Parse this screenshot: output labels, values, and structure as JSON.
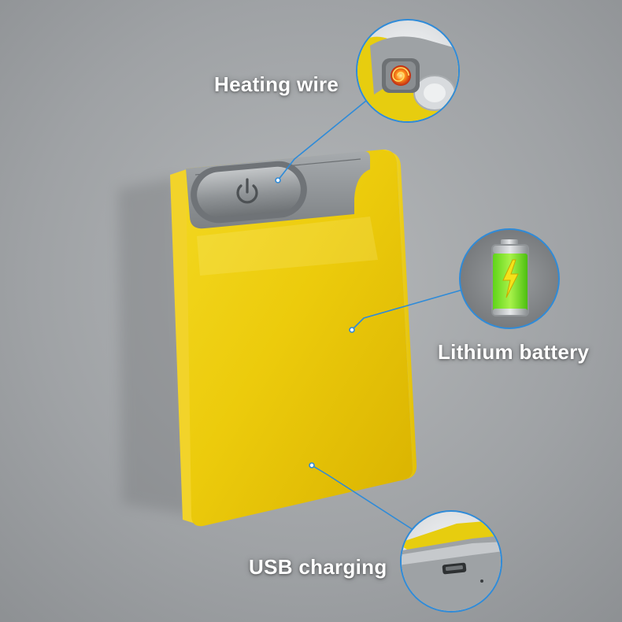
{
  "colors": {
    "background": "#9c9fa2",
    "lighter_body": "#e5c300",
    "button_gray": "#8f9396",
    "callout_line": "#2f8bd8"
  },
  "callouts": {
    "heating_wire": {
      "label": "Heating wire",
      "icon": "heating-coil-icon"
    },
    "lithium_battery": {
      "label": "Lithium battery",
      "icon": "battery-charging-icon"
    },
    "usb_charging": {
      "label": "USB charging",
      "icon": "usb-port-icon"
    }
  },
  "device": {
    "power_button_icon": "power-icon"
  }
}
